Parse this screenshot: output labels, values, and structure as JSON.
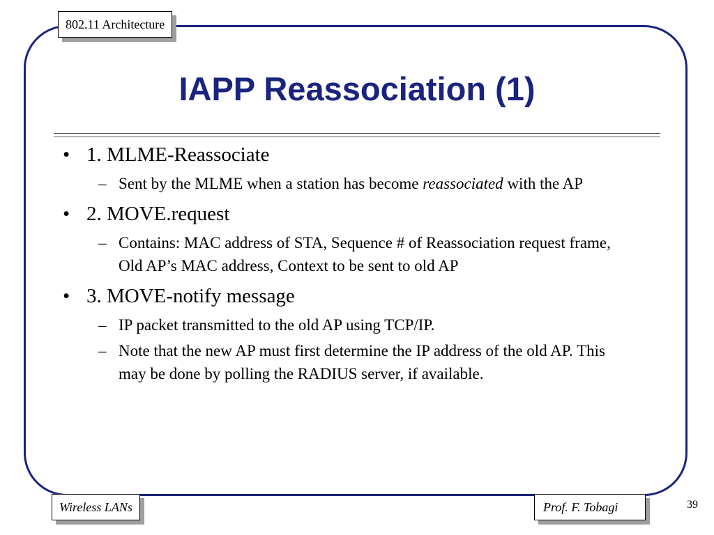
{
  "header": {
    "section_tag": "802.11 Architecture"
  },
  "slide": {
    "title": "IAPP Reassociation (1)",
    "items": [
      {
        "text": "1.  MLME-Reassociate",
        "subs": [
          {
            "before": "Sent by the MLME when a station has become ",
            "emph": "reassociated",
            "after": " with the AP"
          }
        ]
      },
      {
        "text": "2.  MOVE.request",
        "subs": [
          {
            "before": "Contains: MAC address of STA, Sequence # of Reassociation request frame, Old AP’s MAC address, Context to be sent to old AP",
            "emph": "",
            "after": ""
          }
        ]
      },
      {
        "text": "3.  MOVE-notify message",
        "subs": [
          {
            "before": "IP packet transmitted to the old AP using TCP/IP.",
            "emph": "",
            "after": ""
          },
          {
            "before": "Note that the new AP must first determine the IP address of the old AP.  This may be done by polling the RADIUS server, if available.",
            "emph": "",
            "after": ""
          }
        ]
      }
    ]
  },
  "footer": {
    "left": "Wireless LANs",
    "right": "Prof. F. Tobagi",
    "page": "39"
  },
  "symbols": {
    "bullet": "•",
    "dash": "–"
  },
  "colors": {
    "frame": "#1a237e",
    "title": "#1a237e",
    "shadow": "#9e9e9e"
  }
}
